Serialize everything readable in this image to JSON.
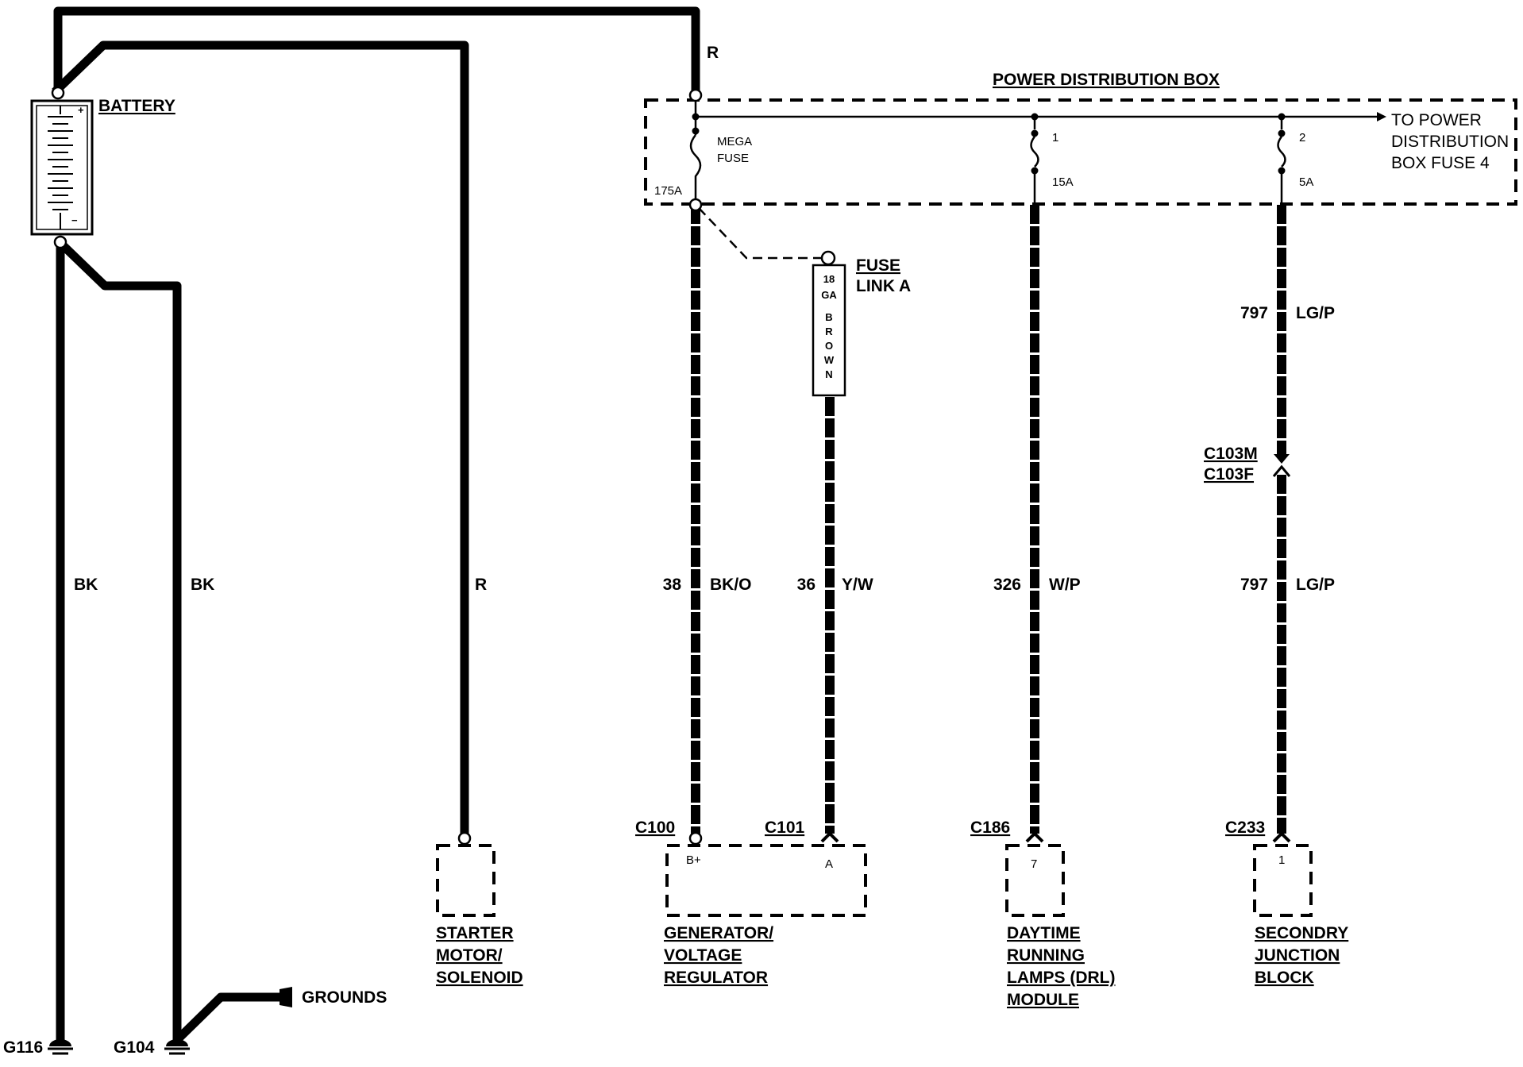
{
  "power_distribution_box": {
    "title": "POWER DISTRIBUTION BOX",
    "mega_fuse_label": "MEGA",
    "mega_fuse_label2": "FUSE",
    "mega_fuse_rating": "175A",
    "fuse1_number": "1",
    "fuse1_rating": "15A",
    "fuse2_number": "2",
    "fuse2_rating": "5A",
    "to_power_line1": "TO POWER",
    "to_power_line2": "DISTRIBUTION",
    "to_power_line3": "BOX FUSE 4"
  },
  "battery": {
    "label": "BATTERY",
    "plus": "+",
    "minus": "−"
  },
  "wires": {
    "top_red": "R",
    "bk1": "BK",
    "bk2": "BK",
    "starter_red": "R",
    "gen_circuit": "38",
    "gen_color": "BK/O",
    "fuselink_circuit": "36",
    "fuselink_color": "Y/W",
    "drl_circuit": "326",
    "drl_color": "W/P",
    "sjb_circuit_upper": "797",
    "sjb_color_upper": "LG/P",
    "sjb_circuit_lower": "797",
    "sjb_color_lower": "LG/P"
  },
  "fuse_link": {
    "title_line1": "FUSE",
    "title_line2": "LINK A",
    "gauge": [
      "18",
      "GA",
      "B",
      "R",
      "O",
      "W",
      "N"
    ]
  },
  "connectors": {
    "c103m": "C103M",
    "c103f": "C103F",
    "c100": "C100",
    "c101": "C101",
    "c186": "C186",
    "c233": "C233"
  },
  "components": {
    "starter": [
      "STARTER",
      "MOTOR/",
      "SOLENOID"
    ],
    "generator": [
      "GENERATOR/",
      "VOLTAGE",
      "REGULATOR"
    ],
    "generator_pin_b": "B+",
    "generator_pin_a": "A",
    "drl": [
      "DAYTIME",
      "RUNNING",
      "LAMPS (DRL)",
      "MODULE"
    ],
    "drl_pin": "7",
    "sjb": [
      "SECONDRY",
      "JUNCTION",
      "BLOCK"
    ],
    "sjb_pin": "1"
  },
  "grounds": {
    "g116": "G116",
    "g104": "G104",
    "label": "GROUNDS"
  }
}
